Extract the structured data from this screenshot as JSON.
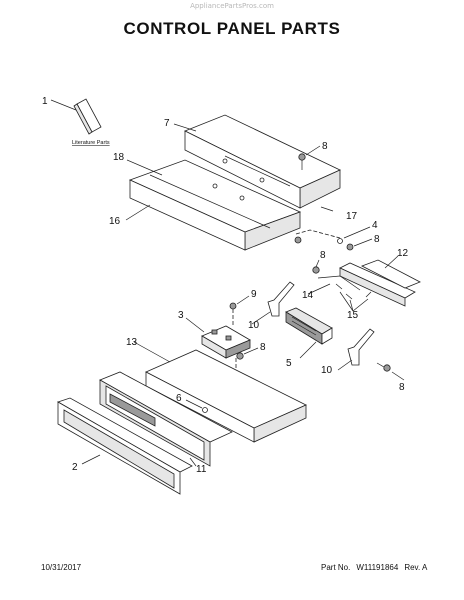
{
  "watermark": "AppliancePartsPros.com",
  "title": "CONTROL PANEL PARTS",
  "literature_label": "Literature Parts",
  "callouts": [
    "1",
    "2",
    "3",
    "4",
    "5",
    "6",
    "7",
    "8",
    "8",
    "8",
    "8",
    "8",
    "9",
    "10",
    "10",
    "11",
    "12",
    "13",
    "14",
    "15",
    "16",
    "17",
    "18"
  ],
  "footer": {
    "date": "10/31/2017",
    "part_label": "Part No.",
    "part_no": "W11191864",
    "rev": "Rev. A"
  }
}
